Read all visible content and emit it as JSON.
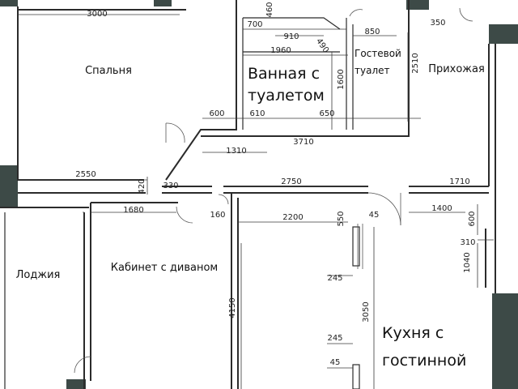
{
  "rooms": {
    "bedroom": "Спальня",
    "bathroom_line1": "Ванная с",
    "bathroom_line2": "туалетом",
    "guest_wc_line1": "Гостевой",
    "guest_wc_line2": "туалет",
    "hall": "Прихожая",
    "loggia": "Лоджия",
    "study": "Кабинет с диваном",
    "kitchen_line1": "Кухня с",
    "kitchen_line2": "гостинной"
  },
  "dimensions": {
    "d3000": "3000",
    "d460": "460",
    "d700": "700",
    "d910": "910",
    "d490": "490",
    "d850": "850",
    "d350": "350",
    "d1960": "1960",
    "d2510": "2510",
    "d1600": "1600",
    "d600": "600",
    "d610": "610",
    "d650": "650",
    "d1310": "1310",
    "d3710": "3710",
    "d2550": "2550",
    "d420": "420",
    "d330": "330",
    "d2750": "2750",
    "d1710": "1710",
    "d1680": "1680",
    "d160": "160",
    "d2200": "2200",
    "d550": "550",
    "d45a": "45",
    "d1400": "1400",
    "d600b": "600",
    "d310": "310",
    "d1040": "1040",
    "d245a": "245",
    "d4150": "4150",
    "d3050": "3050",
    "d245b": "245",
    "d45b": "45"
  },
  "colors": {
    "wall": "#2b2b2b",
    "column": "#3d4a47"
  }
}
